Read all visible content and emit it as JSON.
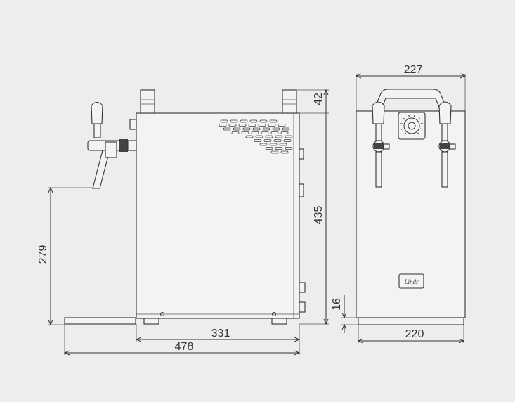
{
  "diagram": {
    "colors": {
      "background": "#ededed",
      "line": "#333333"
    },
    "dimensions": {
      "side_width": "331",
      "overall_depth": "478",
      "tap_height": "279",
      "body_height": "435",
      "handle_height": "42",
      "front_top_width": "227",
      "front_base_width": "220",
      "base_thickness": "16"
    },
    "logo_text": "Lindr"
  }
}
